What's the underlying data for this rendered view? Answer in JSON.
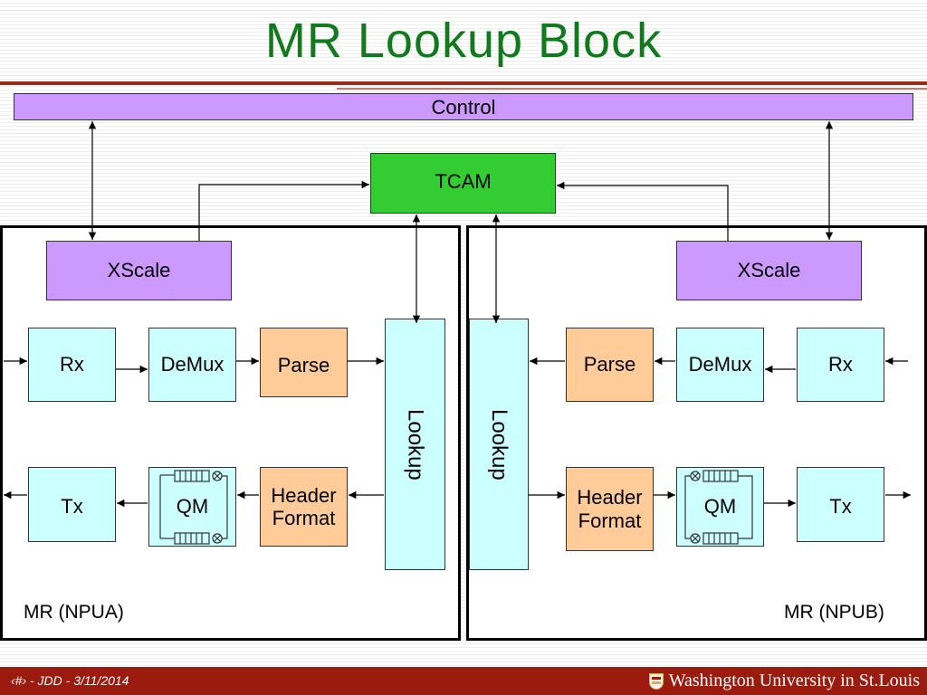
{
  "title": "MR Lookup Block",
  "control": {
    "label": "Control"
  },
  "tcam": {
    "label": "TCAM"
  },
  "npua": {
    "label": "MR (NPUA)",
    "xscale": "XScale",
    "rx": "Rx",
    "demux": "DeMux",
    "parse": "Parse",
    "lookup": "Lookup",
    "tx": "Tx",
    "qm": "QM",
    "header_format": "Header Format"
  },
  "npub": {
    "label": "MR (NPUB)",
    "xscale": "XScale",
    "rx": "Rx",
    "demux": "DeMux",
    "parse": "Parse",
    "lookup": "Lookup",
    "tx": "Tx",
    "qm": "QM",
    "header_format": "Header Format"
  },
  "footer": {
    "slide_info": "‹#› - JDD - 3/11/2014",
    "university": "Washington University in St.Louis",
    "crest_icon": "university-crest-icon"
  },
  "colors": {
    "title": "#117a1d",
    "control": "#cc99ff",
    "tcam": "#33cc33",
    "block": "#ccffff",
    "parse_header": "#ffcc99",
    "footer": "#9c1b0f"
  }
}
